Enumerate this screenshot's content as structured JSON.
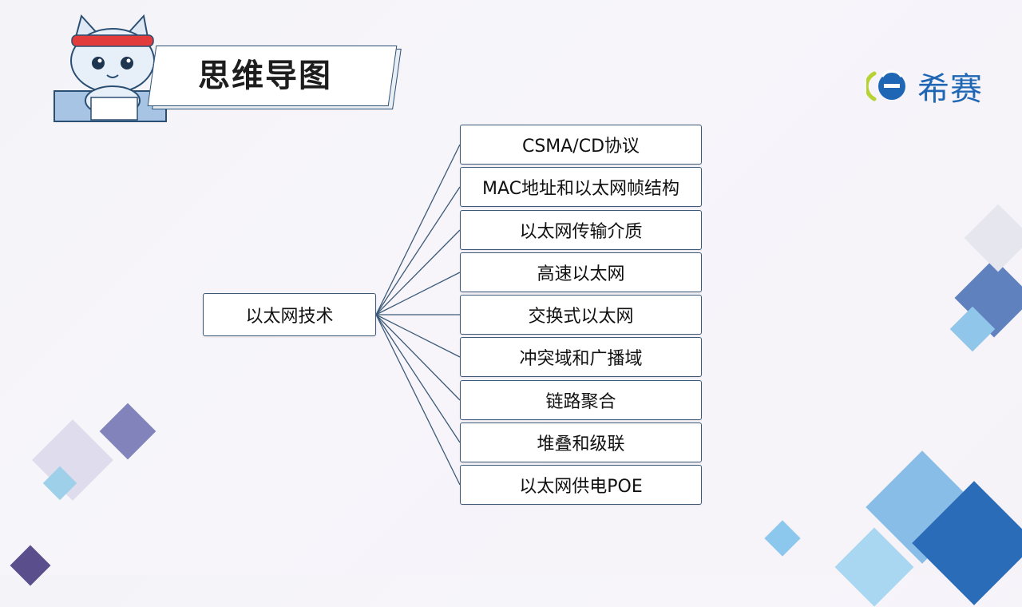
{
  "header": {
    "title": "思维导图"
  },
  "brand": {
    "name": "希赛"
  },
  "mindmap": {
    "root": "以太网技术",
    "children": [
      "CSMA/CD协议",
      "MAC地址和以太网帧结构",
      "以太网传输介质",
      "高速以太网",
      "交换式以太网",
      "冲突域和广播域",
      "链路聚合",
      "堆叠和级联",
      "以太网供电POE"
    ]
  },
  "colors": {
    "connector": "#3c5a78",
    "brand_blue": "#1f67b5",
    "brand_green": "#b7d332"
  }
}
